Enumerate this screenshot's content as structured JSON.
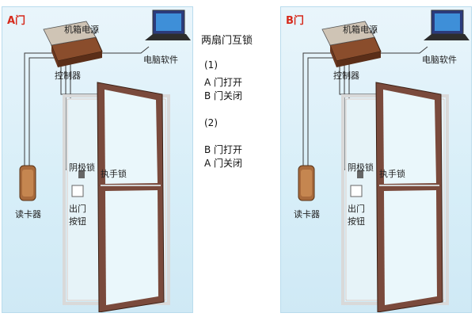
{
  "left_panel": {
    "title": "A门",
    "labels": {
      "power": "机箱电源",
      "software": "电脑软件",
      "controller": "控制器",
      "lock": "阴极锁",
      "handle": "执手锁",
      "reader": "读卡器",
      "exit_line1": "出门",
      "exit_line2": "按钮"
    }
  },
  "right_panel": {
    "title": "B门",
    "labels": {
      "power": "机箱电源",
      "software": "电脑软件",
      "controller": "控制器",
      "lock": "阴极锁",
      "handle": "执手锁",
      "reader": "读卡器",
      "exit_line1": "出门",
      "exit_line2": "按钮"
    }
  },
  "center": {
    "heading": "两扇门互锁",
    "step1": "(1)",
    "step1_lines": [
      "A  门打开",
      "B  门关闭"
    ],
    "step2": "(2)",
    "step2_lines": [
      "B  门打开",
      "A  门关闭"
    ]
  },
  "colors": {
    "door_title": "#d62a1c",
    "door_frame": "#7a4a3c",
    "panel_bg": "#d7eef8"
  }
}
